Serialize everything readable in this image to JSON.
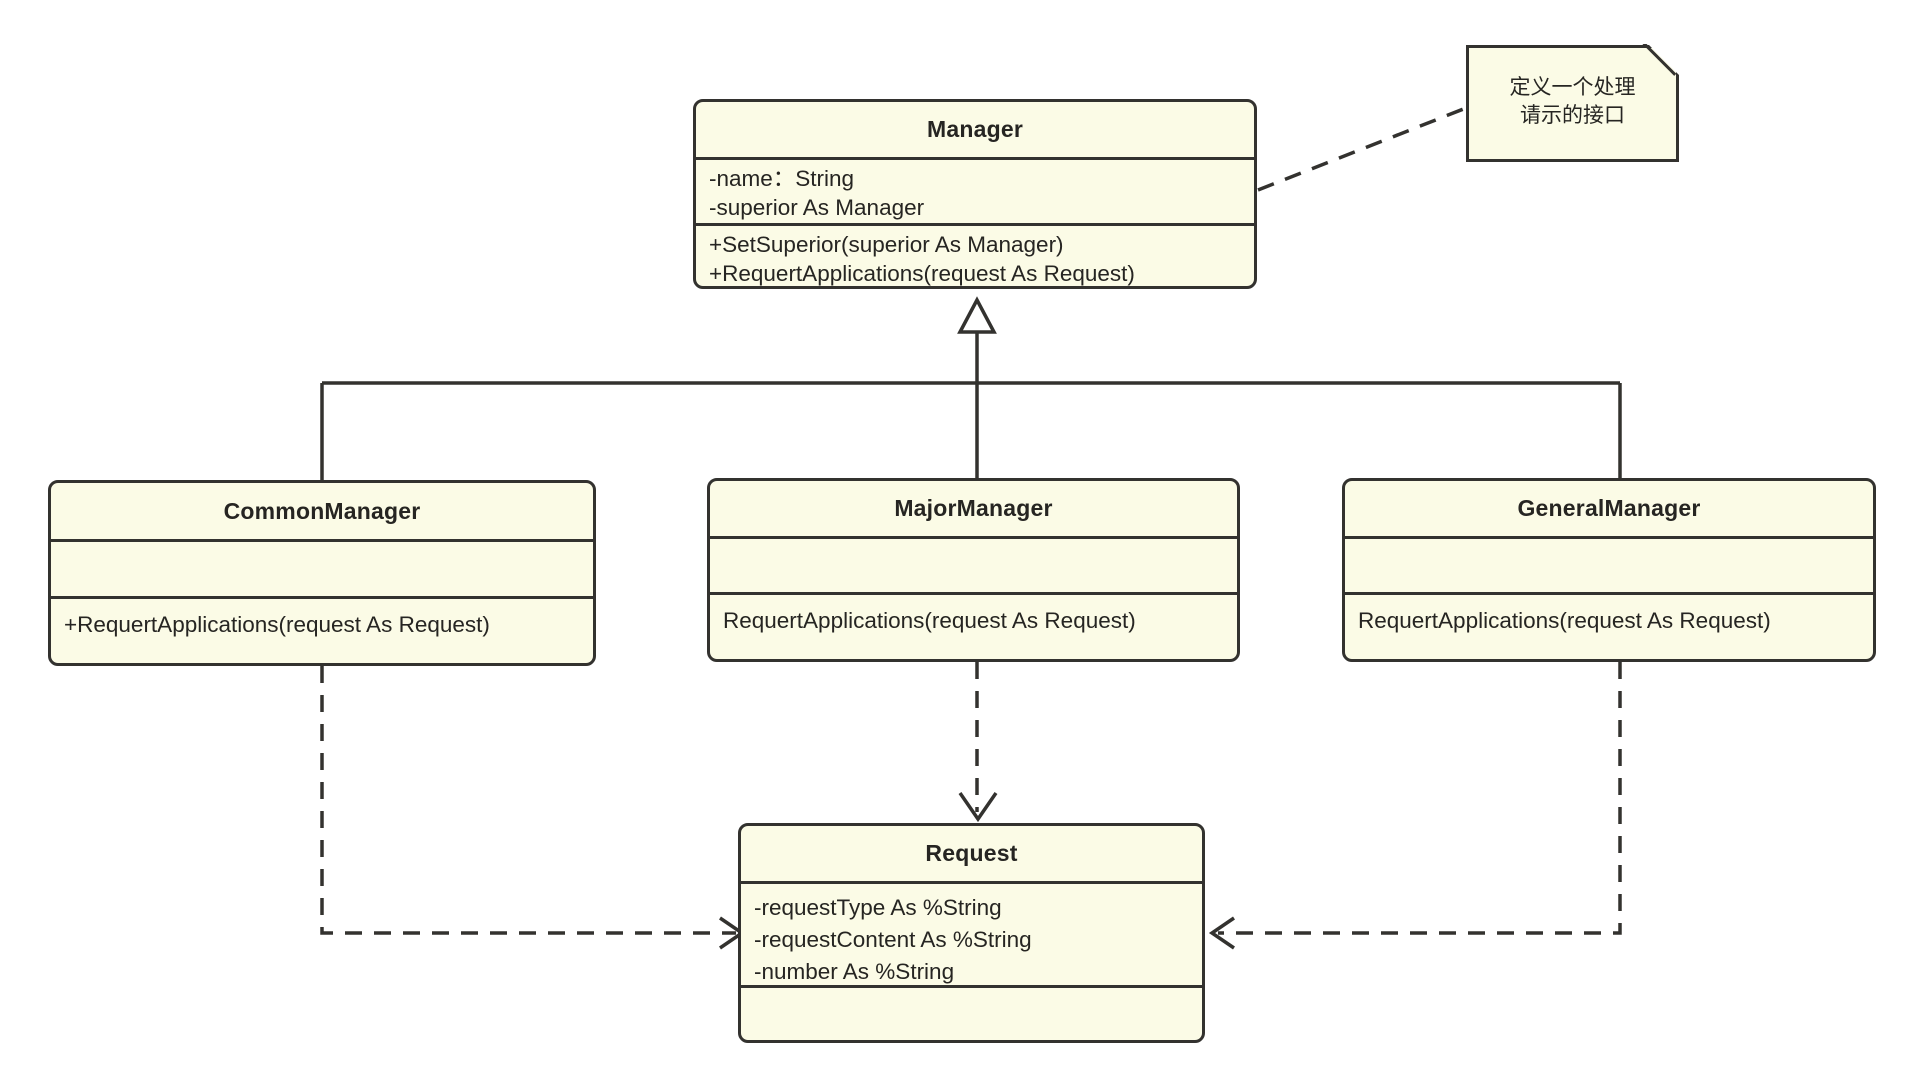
{
  "diagram": {
    "title": "Chain of Responsibility UML class diagram",
    "background_color": "#FFFFFF",
    "box_fill_color": "#FBFBE6",
    "box_border_color": "#33322F",
    "text_color": "#262522"
  },
  "classes": {
    "manager": {
      "name": "Manager",
      "attributes": [
        "-name：String",
        "-superior As Manager"
      ],
      "operations": [
        "+SetSuperior(superior As Manager)",
        "+RequertApplications(request As Request)"
      ]
    },
    "common_manager": {
      "name": "CommonManager",
      "attributes": [],
      "operations": [
        "+RequertApplications(request As Request)"
      ]
    },
    "major_manager": {
      "name": "MajorManager",
      "attributes": [],
      "operations": [
        "RequertApplications(request As Request)"
      ]
    },
    "general_manager": {
      "name": "GeneralManager",
      "attributes": [],
      "operations": [
        "RequertApplications(request As Request)"
      ]
    },
    "request": {
      "name": "Request",
      "attributes": [
        "-requestType As %String",
        "-requestContent As %String",
        "-number As %String"
      ],
      "operations": []
    }
  },
  "note": {
    "line1": "定义一个处理",
    "line2": "请示的接口"
  },
  "relations": [
    {
      "kind": "generalization",
      "from": "CommonManager",
      "to": "Manager"
    },
    {
      "kind": "generalization",
      "from": "MajorManager",
      "to": "Manager"
    },
    {
      "kind": "generalization",
      "from": "GeneralManager",
      "to": "Manager"
    },
    {
      "kind": "dependency",
      "from": "CommonManager",
      "to": "Request"
    },
    {
      "kind": "dependency",
      "from": "MajorManager",
      "to": "Request"
    },
    {
      "kind": "dependency",
      "from": "GeneralManager",
      "to": "Request"
    },
    {
      "kind": "note-anchor",
      "from": "note",
      "to": "Manager"
    }
  ]
}
